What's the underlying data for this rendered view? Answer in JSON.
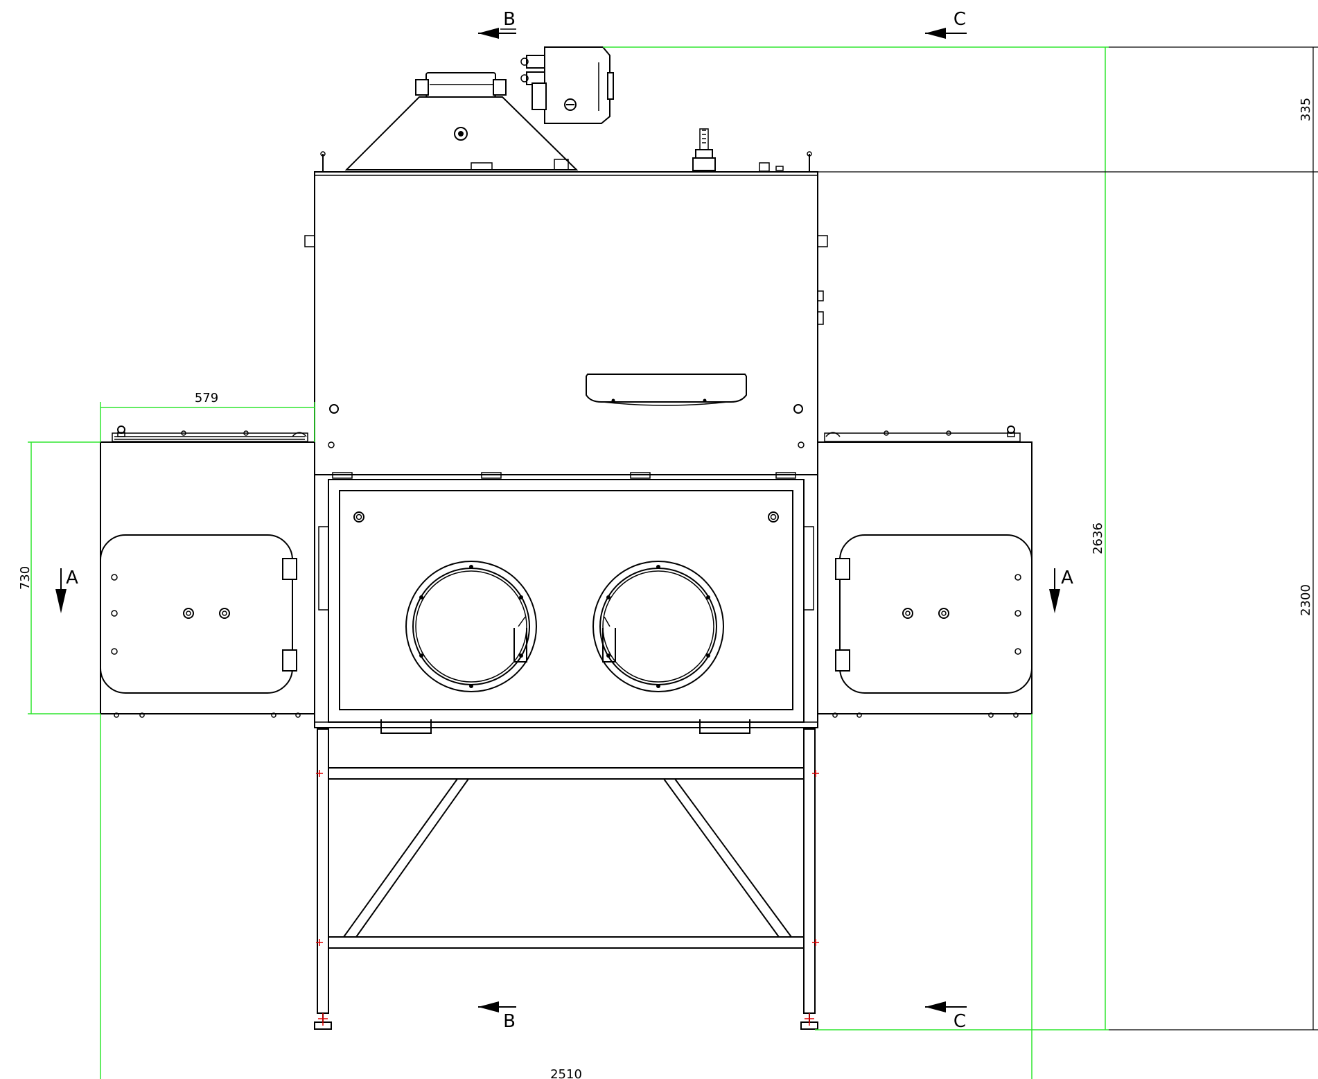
{
  "drawing": {
    "type": "front elevation",
    "section_labels": {
      "a_left": "A",
      "a_right": "A",
      "b_top": "B",
      "b_bottom": "B",
      "c_top": "C",
      "c_bottom": "C"
    },
    "dimensions": {
      "antechamber_width": "579",
      "antechamber_height": "730",
      "overall_width": "2510",
      "overall_height": "2636",
      "frame_height": "2300",
      "top_unit_height": "335"
    },
    "colors": {
      "outline": "#000000",
      "dimension_lines": "#2ee62e",
      "foot_markers": "#e00000"
    }
  }
}
